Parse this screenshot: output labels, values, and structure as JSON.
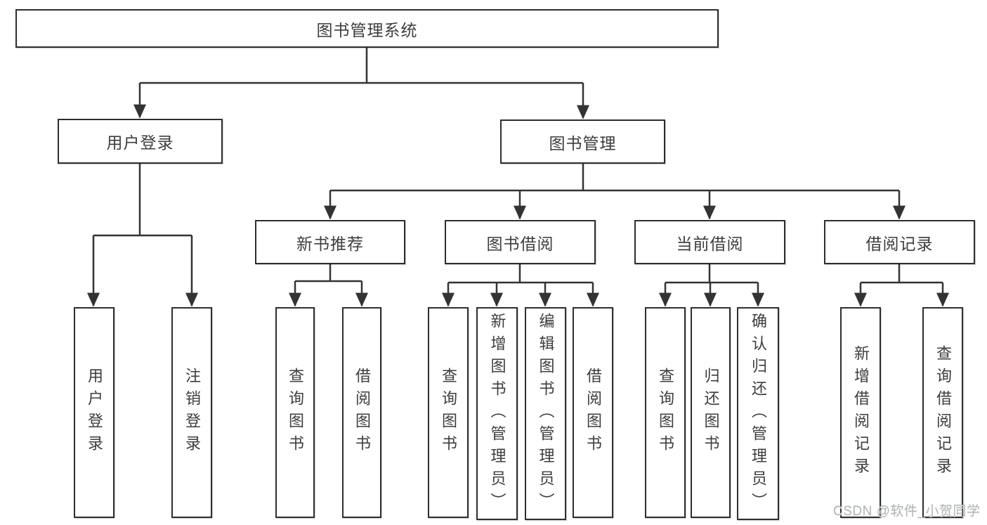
{
  "diagram": {
    "title": "图书管理系统",
    "nodes": {
      "root": "图书管理系统",
      "user_login": "用户登录",
      "book_management": "图书管理",
      "new_book_recommend": "新书推荐",
      "book_borrowing": "图书借阅",
      "current_borrowing": "当前借阅",
      "borrowing_records": "借阅记录",
      "leaves": {
        "user_login": [
          "用户登录",
          "注销登录"
        ],
        "new_book_recommend": [
          "查询图书",
          "借阅图书"
        ],
        "book_borrowing": [
          "查询图书",
          "新增图书（管理员）",
          "编辑图书（管理员）",
          "借阅图书"
        ],
        "current_borrowing": [
          "查询图书",
          "归还图书",
          "确认归还（管理员）"
        ],
        "borrowing_records": [
          "新增借阅记录",
          "查询借阅记录"
        ]
      }
    },
    "colors": {
      "line": "#333333",
      "box_border": "#2e2e2e",
      "text": "#3d3d3d",
      "background": "#ffffff",
      "watermark": "#b2b6bc"
    }
  },
  "watermark": {
    "text": "CSDN @软件_小贺同学"
  }
}
